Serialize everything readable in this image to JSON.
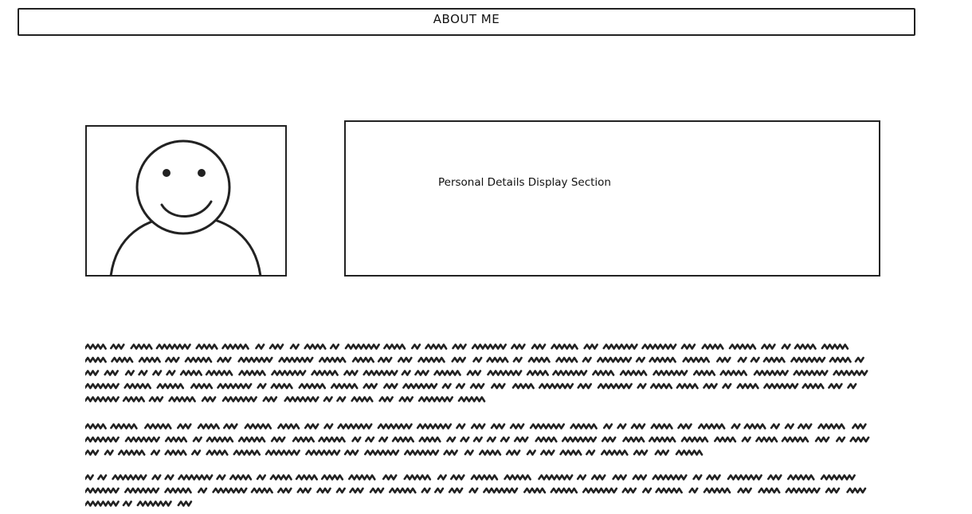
{
  "header": {
    "title": "ABOUT ME"
  },
  "profile": {
    "avatar_icon": "person-avatar-icon"
  },
  "details": {
    "label": "Personal Details Display Section"
  },
  "paragraphs": [
    {
      "name": "paragraph-1",
      "line_count": 5,
      "last_line_fraction": 0.52
    },
    {
      "name": "paragraph-2",
      "line_count": 3,
      "last_line_fraction": 0.8
    },
    {
      "name": "paragraph-3",
      "line_count": 3,
      "last_line_fraction": 0.15
    }
  ],
  "colors": {
    "stroke": "#222222",
    "background": "#ffffff"
  }
}
